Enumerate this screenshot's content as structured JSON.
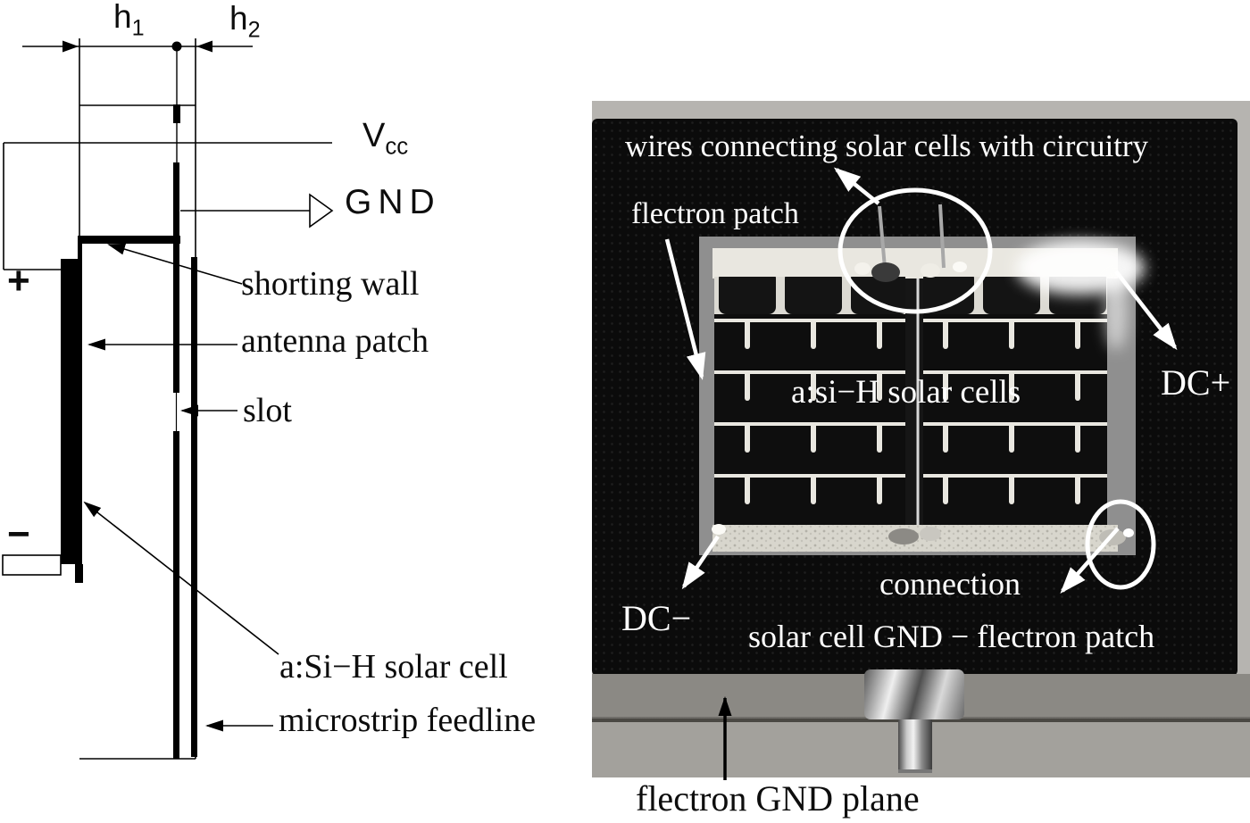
{
  "figure": {
    "palette": {
      "ink": "#000000",
      "annotation_white": "#ffffff",
      "fabric_black": "#0b0b0b",
      "panel_light": "#e9e7e0",
      "frame_gray": "#8f8f8f"
    },
    "diagram": {
      "h1": {
        "base": "h",
        "sub": "1"
      },
      "h2": {
        "base": "h",
        "sub": "2"
      },
      "vcc": {
        "base": "V",
        "sub": "cc"
      },
      "gnd": "GND",
      "plus": "+",
      "minus": "−",
      "labels": {
        "shorting_wall": "shorting wall",
        "antenna_patch": "antenna patch",
        "slot": "slot",
        "solar_cell": "a:Si−H solar cell",
        "feedline": "microstrip feedline"
      }
    },
    "photo": {
      "wires_label": "wires connecting solar cells with circuitry",
      "flectron_patch_label": "flectron patch",
      "cells_label": "a:si−H solar cells",
      "dc_plus_label": "DC+",
      "dc_minus_label": "DC−",
      "connection_label_line1": "connection",
      "connection_label_line2": "solar cell GND − flectron patch",
      "gnd_plane_label": "flectron GND plane"
    }
  }
}
